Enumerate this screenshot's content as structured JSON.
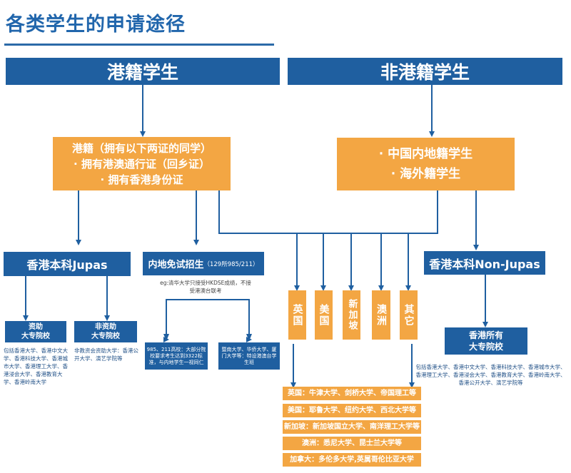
{
  "title": "各类学生的申请途径",
  "headers": {
    "hk": "港籍学生",
    "nonhk": "非港籍学生"
  },
  "hk_condition": {
    "heading": "港籍（拥有以下两证的同学）",
    "items": [
      "· 拥有港澳通行证（回乡证）",
      "· 拥有香港身份证"
    ]
  },
  "nonhk_condition": {
    "items": [
      "· 中国内地籍学生",
      "· 海外籍学生"
    ]
  },
  "jupas": {
    "label": "香港本科Jupas",
    "funded": {
      "label": "资助\n大专院校",
      "note": "包括香港大学、香港中文大学、香港科技大学、香港城市大学、香港理工大学、香港浸会大学、香港教育大学、香港岭南大学"
    },
    "selffunded": {
      "label": "非资助\n大专院校",
      "note": "非教资会资助大学：香港公开大学、演艺学院等"
    }
  },
  "mainland": {
    "label": "内地免试招生",
    "label_suffix": "（129所985/211）",
    "note": "eg:清华大学只接受HKDSE成绩，不接受港澳台联考",
    "left_box": "985、211高校：大部分院校要求考生达到3322标准，与内地学生一视同仁",
    "right_box": "暨南大学、华侨大学、厦门大学等：特设港澳台学生班"
  },
  "countries": [
    "英国",
    "美国",
    "新加坡",
    "澳洲",
    "其它"
  ],
  "nonjupas": {
    "label": "香港本科Non-Jupas",
    "box": "香港所有\n大专院校",
    "note": "包括香港大学、香港中文大学、香港科技大学、香港城市大学、香港理工大学、香港浸会大学、香港教育大学、香港岭南大学、香港公开大学、演艺学院等"
  },
  "destinations": [
    "英国：牛津大学、剑桥大学、帝国理工等",
    "美国：耶鲁大学、纽约大学、西北大学等",
    "新加坡：新加坡国立大学、南洋理工大学等",
    "澳洲：悉尼大学、昆士兰大学等",
    "加拿大：多伦多大学,英属哥伦比亚大学"
  ],
  "colors": {
    "blue": "#1f5fa0",
    "orange": "#f3a643",
    "title": "#2166ac"
  }
}
